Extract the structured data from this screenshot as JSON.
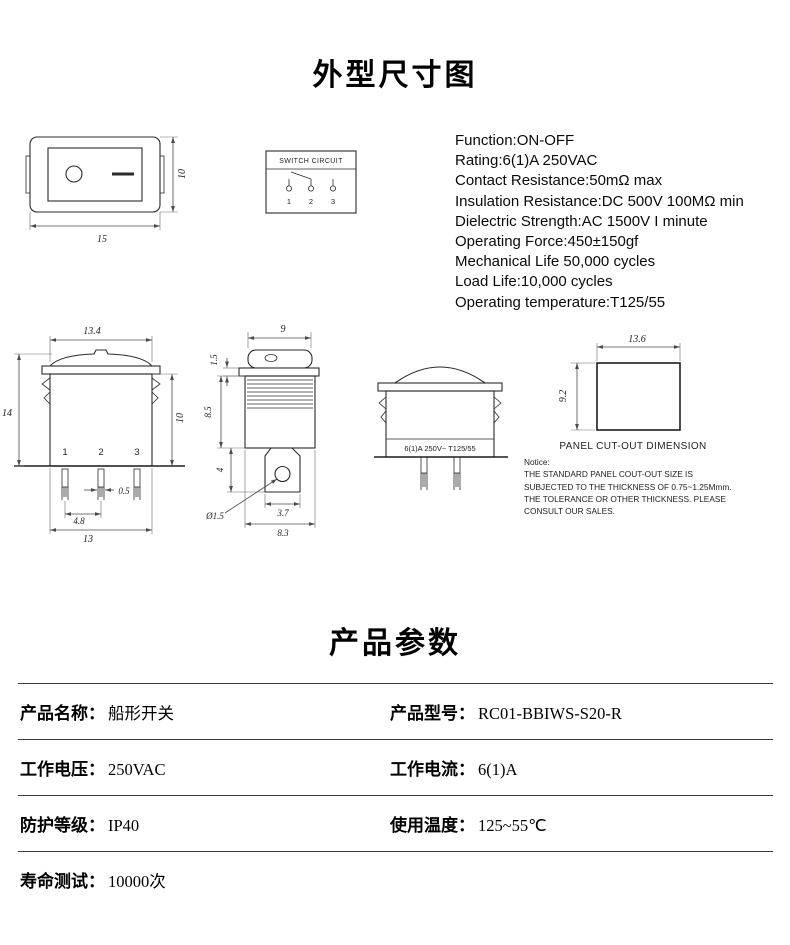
{
  "page": {
    "dimension_title": "外型尺寸图",
    "params_title": "产品参数"
  },
  "specs": [
    "Function:ON-OFF",
    "Rating:6(1)A 250VAC",
    "Contact Resistance:50mΩ max",
    "Insulation Resistance:DC 500V 100MΩ min",
    "Dielectric Strength:AC 1500V I minute",
    "Operating Force:450±150gf",
    "Mechanical Life 50,000 cycles",
    "Load Life:10,000 cycles",
    "Operating temperature:T125/55"
  ],
  "circuit": {
    "title": "SWITCH CIRCUIT",
    "terminal_1": "1",
    "terminal_2": "2",
    "terminal_3": "3"
  },
  "front_small": {
    "width": "15",
    "height": "10"
  },
  "front_view": {
    "top_width": "13.4",
    "total_height": "14",
    "body_height": "10",
    "terminal_1": "1",
    "terminal_2": "2",
    "terminal_3": "3",
    "pin_thickness": "0.5",
    "pin_pitch": "4.8",
    "body_width": "13"
  },
  "side_view": {
    "top_width": "9",
    "flange_height": "1.5",
    "body_height": "8.5",
    "bracket_height": "4",
    "hole_dia": "Ø1.5",
    "bracket_width": "3.7",
    "body_width": "8.3"
  },
  "marking_view": {
    "marking": "6(1)A 250V~ T125/55"
  },
  "cutout": {
    "width": "13.6",
    "height": "9.2",
    "label": "PANEL CUT-OUT DIMENSION"
  },
  "notice": {
    "title": "Notice:",
    "line1": "THE STANDARD PANEL COUT-OUT SIZE IS",
    "line2": "SUBJECTED TO THE THICKNESS OF 0.75~1.25Mmm.",
    "line3": "THE TOLERANCE OR OTHER THICKNESS. PLEASE",
    "line4": "CONSULT OUR SALES."
  },
  "params": {
    "rows": [
      {
        "l_label": "产品名称：",
        "l_value": "船形开关",
        "r_label": "产品型号：",
        "r_value": "RC01-BBIWS-S20-R"
      },
      {
        "l_label": "工作电压：",
        "l_value": "250VAC",
        "r_label": "工作电流：",
        "r_value": "6(1)A"
      },
      {
        "l_label": "防护等级：",
        "l_value": "IP40",
        "r_label": "使用温度：",
        "r_value": "125~55℃"
      },
      {
        "l_label": "寿命测试：",
        "l_value": "10000次"
      }
    ]
  }
}
